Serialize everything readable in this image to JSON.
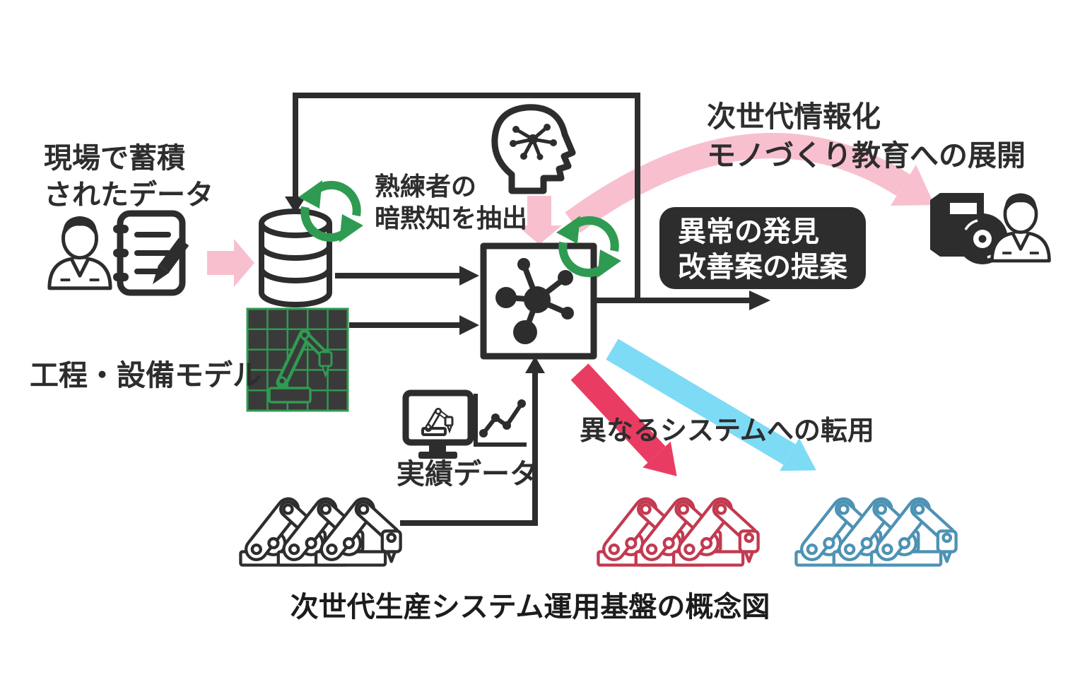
{
  "colors": {
    "dark": "#2d2d2d",
    "pink": "#f8c0cf",
    "green": "#2f9b52",
    "crimson": "#ea3c62",
    "cyan": "#7edbf6",
    "red_robot": "#c23a50",
    "blue_robot": "#4d92b4"
  },
  "labels": {
    "site_data_line1": "現場で蓄積",
    "site_data_line2": "されたデータ",
    "expert_line1": "熟練者の",
    "expert_line2": "暗黙知を抽出",
    "nextgen_line1": "次世代情報化",
    "nextgen_line2": "モノづくり教育への展開",
    "anomaly_line1": "異常の発見",
    "anomaly_line2": "改善案の提案",
    "process_model": "工程・設備モデル",
    "actual_data": "実績データ",
    "system_transfer": "異なるシステムへの転用",
    "caption": "次世代生産システム運用基盤の概念図"
  },
  "icons": [
    "worker-icon",
    "notepad-pencil-icon",
    "database-icon",
    "recycle-arrows-icon",
    "head-brain-network-icon",
    "ai-core-network-icon",
    "process-model-grid-icon",
    "monitor-robot-icon",
    "line-chart-icon",
    "robot-arms-icon",
    "textbook-cd-icon",
    "student-icon"
  ]
}
